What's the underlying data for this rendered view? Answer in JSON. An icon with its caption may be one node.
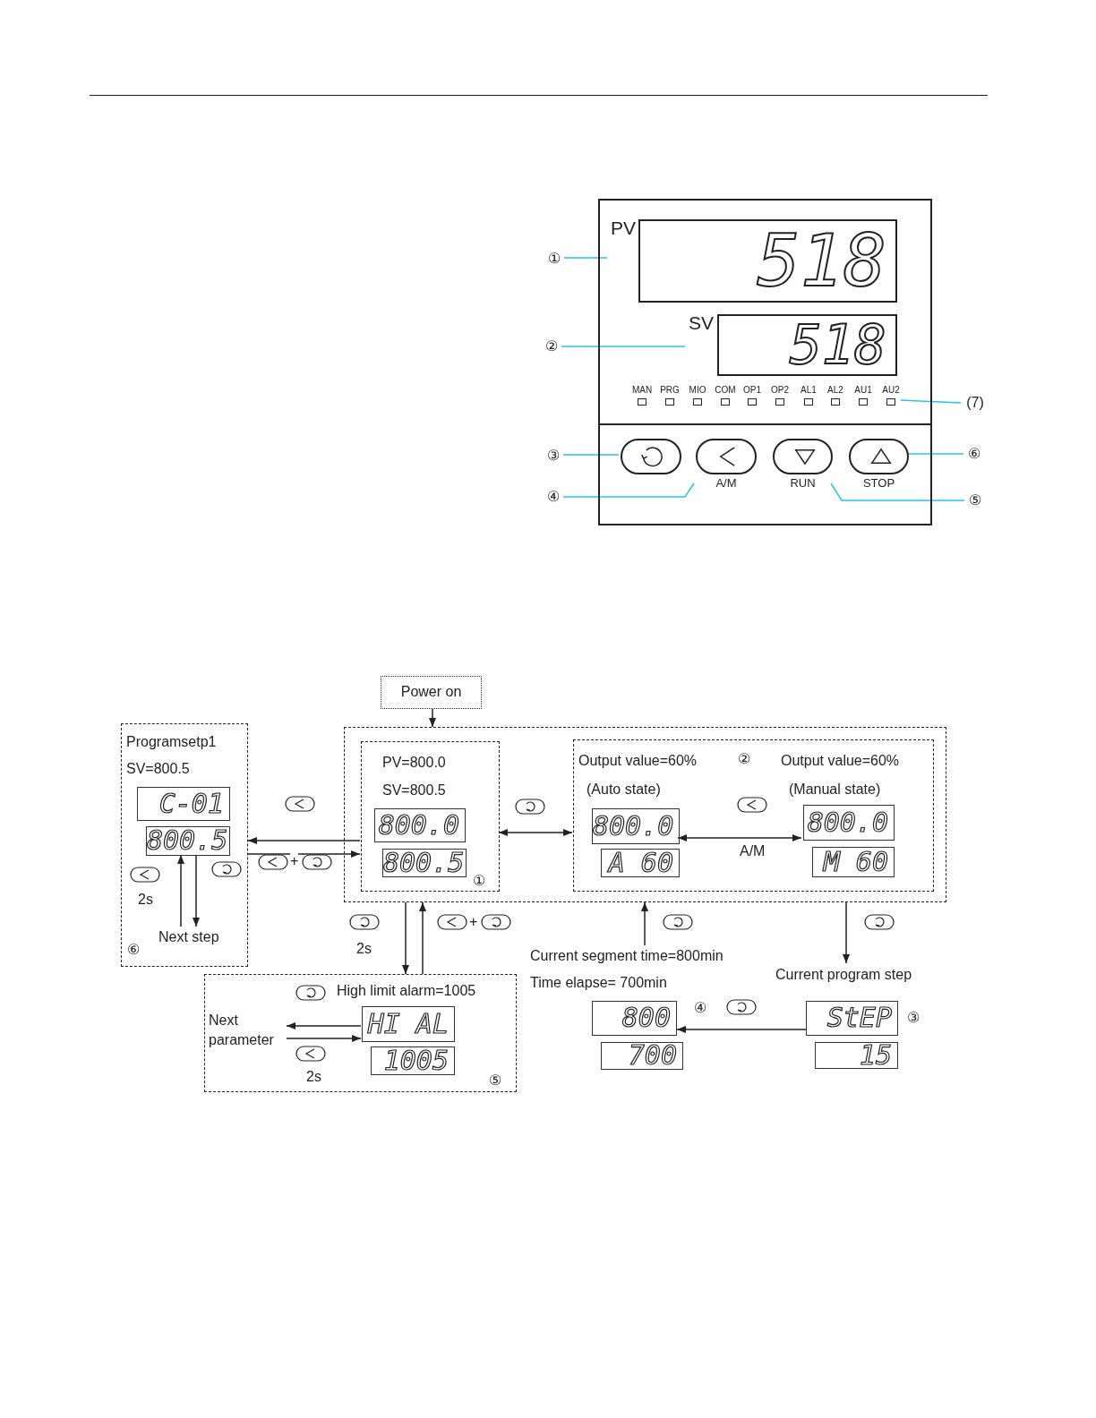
{
  "diagram": {
    "nodes": [
      {
        "text": [],
        "shape": "box"
      },
      {
        "text": [
          "PV",
          "518"
        ],
        "in": 0
      },
      {
        "text": [
          "SV",
          "518"
        ],
        "in": 0
      },
      {
        "text": [
          "MAN"
        ],
        "in": 0
      },
      {
        "text": [
          "PRG"
        ],
        "in": 0
      },
      {
        "text": [
          "MIO"
        ],
        "in": 0
      },
      {
        "text": [
          "COM"
        ],
        "in": 0
      },
      {
        "text": [
          "OP1"
        ],
        "in": 0
      },
      {
        "text": [
          "OP2"
        ],
        "in": 0
      },
      {
        "text": [
          "AL1"
        ],
        "in": 0
      },
      {
        "text": [
          "AL2"
        ],
        "in": 0
      },
      {
        "text": [
          "AU1"
        ],
        "in": 0
      },
      {
        "text": [
          "AU2"
        ],
        "in": 0
      },
      {
        "text": [],
        "shape": "button",
        "in": 0
      },
      {
        "text": [
          "A/M"
        ],
        "in": 0
      },
      {
        "text": [
          "RUN"
        ],
        "in": 0
      },
      {
        "text": [
          "STOP"
        ],
        "in": 0
      },
      {
        "text": [
          "①"
        ]
      },
      {
        "text": [
          "②"
        ]
      },
      {
        "text": [
          "③"
        ]
      },
      {
        "text": [
          "④"
        ]
      },
      {
        "text": [
          "⑤"
        ]
      },
      {
        "text": [
          "⑥"
        ]
      },
      {
        "text": [
          "(7)"
        ]
      },
      {
        "text": [
          "Power on"
        ]
      },
      {
        "text": [
          "Programsetp1",
          "SV=800.5",
          "⑥"
        ]
      },
      {
        "text": [
          "C-01"
        ],
        "in": 25
      },
      {
        "text": [
          "800.5"
        ],
        "in": 25
      },
      {
        "text": [
          "Next step"
        ],
        "in": 25
      },
      {
        "text": [],
        "shape": "box"
      },
      {
        "text": [
          "PV=800.0",
          "SV=800.5",
          "①"
        ],
        "in": 29
      },
      {
        "text": [
          "800.0"
        ],
        "in": 30
      },
      {
        "text": [
          "800.5"
        ],
        "in": 30
      },
      {
        "text": [
          "Output value=60%",
          "②",
          "Output value=60%",
          "(Auto state)",
          "(Manual state)"
        ],
        "in": 29
      },
      {
        "text": [
          "800.0"
        ],
        "in": 33
      },
      {
        "text": [
          "A 60"
        ],
        "in": 33
      },
      {
        "text": [
          "800.0"
        ],
        "in": 33
      },
      {
        "text": [
          "M 60"
        ],
        "in": 33
      },
      {
        "text": [
          "High limit alarm=1005",
          "⑤"
        ]
      },
      {
        "text": [
          "HI AL"
        ],
        "in": 38
      },
      {
        "text": [
          "1005"
        ],
        "in": 38
      },
      {
        "text": [
          "Next parameter"
        ],
        "in": 38
      },
      {
        "text": [
          "Current segment time=800min",
          "Time elapse= 700min",
          "④"
        ]
      },
      {
        "text": [
          "800"
        ],
        "in": 42
      },
      {
        "text": [
          "700"
        ],
        "in": 42
      },
      {
        "text": [
          "Current program step",
          "③"
        ]
      },
      {
        "text": [
          "StEP"
        ],
        "in": 45
      },
      {
        "text": [
          "15"
        ],
        "in": 45
      }
    ],
    "edges": [
      {
        "from": 17,
        "to": 1,
        "arrow": "none",
        "color": "#29c3e3"
      },
      {
        "from": 18,
        "to": 2,
        "arrow": "none",
        "color": "#29c3e3"
      },
      {
        "from": 19,
        "to": 13,
        "arrow": "none",
        "color": "#29c3e3"
      },
      {
        "from": 20,
        "to": 14,
        "arrow": "none",
        "color": "#29c3e3"
      },
      {
        "from": 21,
        "to": 15,
        "arrow": "none",
        "color": "#29c3e3"
      },
      {
        "from": 22,
        "to": 16,
        "arrow": "none",
        "color": "#29c3e3"
      },
      {
        "from": 23,
        "to": 12,
        "arrow": "none",
        "color": "#29c3e3"
      },
      {
        "from": 24,
        "to": 29,
        "arrow": "to"
      },
      {
        "from": 30,
        "to": 25,
        "arrow": "to"
      },
      {
        "from": 25,
        "to": 30,
        "arrow": "to",
        "label": "+"
      },
      {
        "from": 30,
        "to": 33,
        "arrow": "both"
      },
      {
        "from": 34,
        "to": 36,
        "arrow": "both",
        "label": "A/M"
      },
      {
        "from": 27,
        "to": 28,
        "arrow": "to"
      },
      {
        "from": 28,
        "to": 27,
        "arrow": "to",
        "label": "2s"
      },
      {
        "from": 29,
        "to": 45,
        "arrow": "to"
      },
      {
        "from": 46,
        "to": 43,
        "arrow": "to"
      },
      {
        "from": 42,
        "to": 29,
        "arrow": "to"
      },
      {
        "from": 29,
        "to": 38,
        "arrow": "to",
        "label": "2s"
      },
      {
        "from": 38,
        "to": 29,
        "arrow": "to",
        "label": "+"
      },
      {
        "from": 39,
        "to": 41,
        "arrow": "to"
      },
      {
        "from": 41,
        "to": 39,
        "arrow": "to",
        "label": "2s"
      }
    ]
  }
}
